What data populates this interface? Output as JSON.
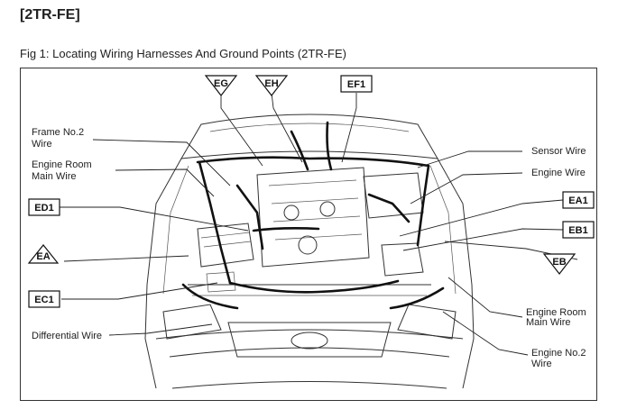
{
  "heading": "[2TR-FE]",
  "caption": "Fig 1: Locating Wiring Harnesses And Ground Points (2TR-FE)",
  "labels": {
    "frame_no2_line1": "Frame No.2",
    "frame_no2_line2": "Wire",
    "engine_room_main_left_line1": "Engine Room",
    "engine_room_main_left_line2": "Main Wire",
    "differential_wire": "Differential Wire",
    "sensor_wire": "Sensor Wire",
    "engine_wire": "Engine Wire",
    "engine_room_main_right_line1": "Engine Room",
    "engine_room_main_right_line2": "Main Wire",
    "engine_no2_line1": "Engine No.2",
    "engine_no2_line2": "Wire"
  },
  "connector_tags": {
    "eg": "EG",
    "eh": "EH",
    "ef1": "EF1",
    "ed1": "ED1",
    "ea": "EA",
    "ec1": "EC1",
    "ea1": "EA1",
    "eb1": "EB1",
    "eb": "EB"
  }
}
